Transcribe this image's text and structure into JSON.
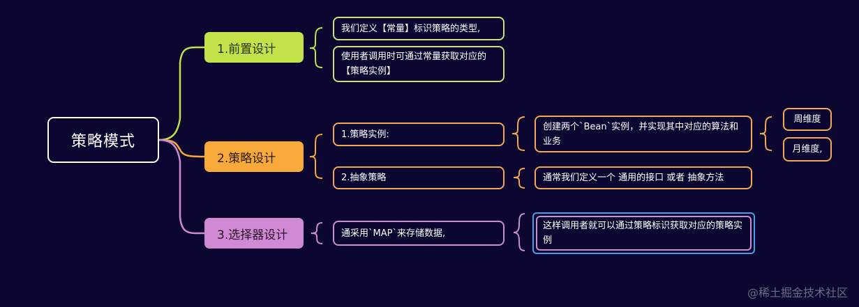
{
  "diagram": {
    "root": {
      "label": "策略模式"
    },
    "branches": [
      {
        "label": "1.前置设计",
        "color": "#c3e24a",
        "items": [
          {
            "text": "我们定义【常量】标识策略的类型,"
          },
          {
            "text": "使用者调用时可通过常量获取对应的【策略实例】"
          }
        ]
      },
      {
        "label": "2.策略设计",
        "color": "#f7a93a",
        "items": [
          {
            "text": "1.策略实例:",
            "children": [
              {
                "text": "创建两个`Bean`实例，并实现其中对应的算法和业务",
                "children": [
                  {
                    "text": "周维度"
                  },
                  {
                    "text": "月维度,"
                  }
                ]
              }
            ]
          },
          {
            "text": "2.抽象策略",
            "children": [
              {
                "text": "通常我们定义一个 通用的接口 或者 抽象方法"
              }
            ]
          }
        ]
      },
      {
        "label": "3.选择器设计",
        "color": "#d08ad4",
        "items": [
          {
            "text": "通采用`MAP`来存储数据,",
            "children": [
              {
                "text": "这样调用者就可以通过策略标识获取对应的策略实例"
              }
            ]
          }
        ]
      }
    ]
  },
  "watermark": "@稀土掘金技术社区"
}
